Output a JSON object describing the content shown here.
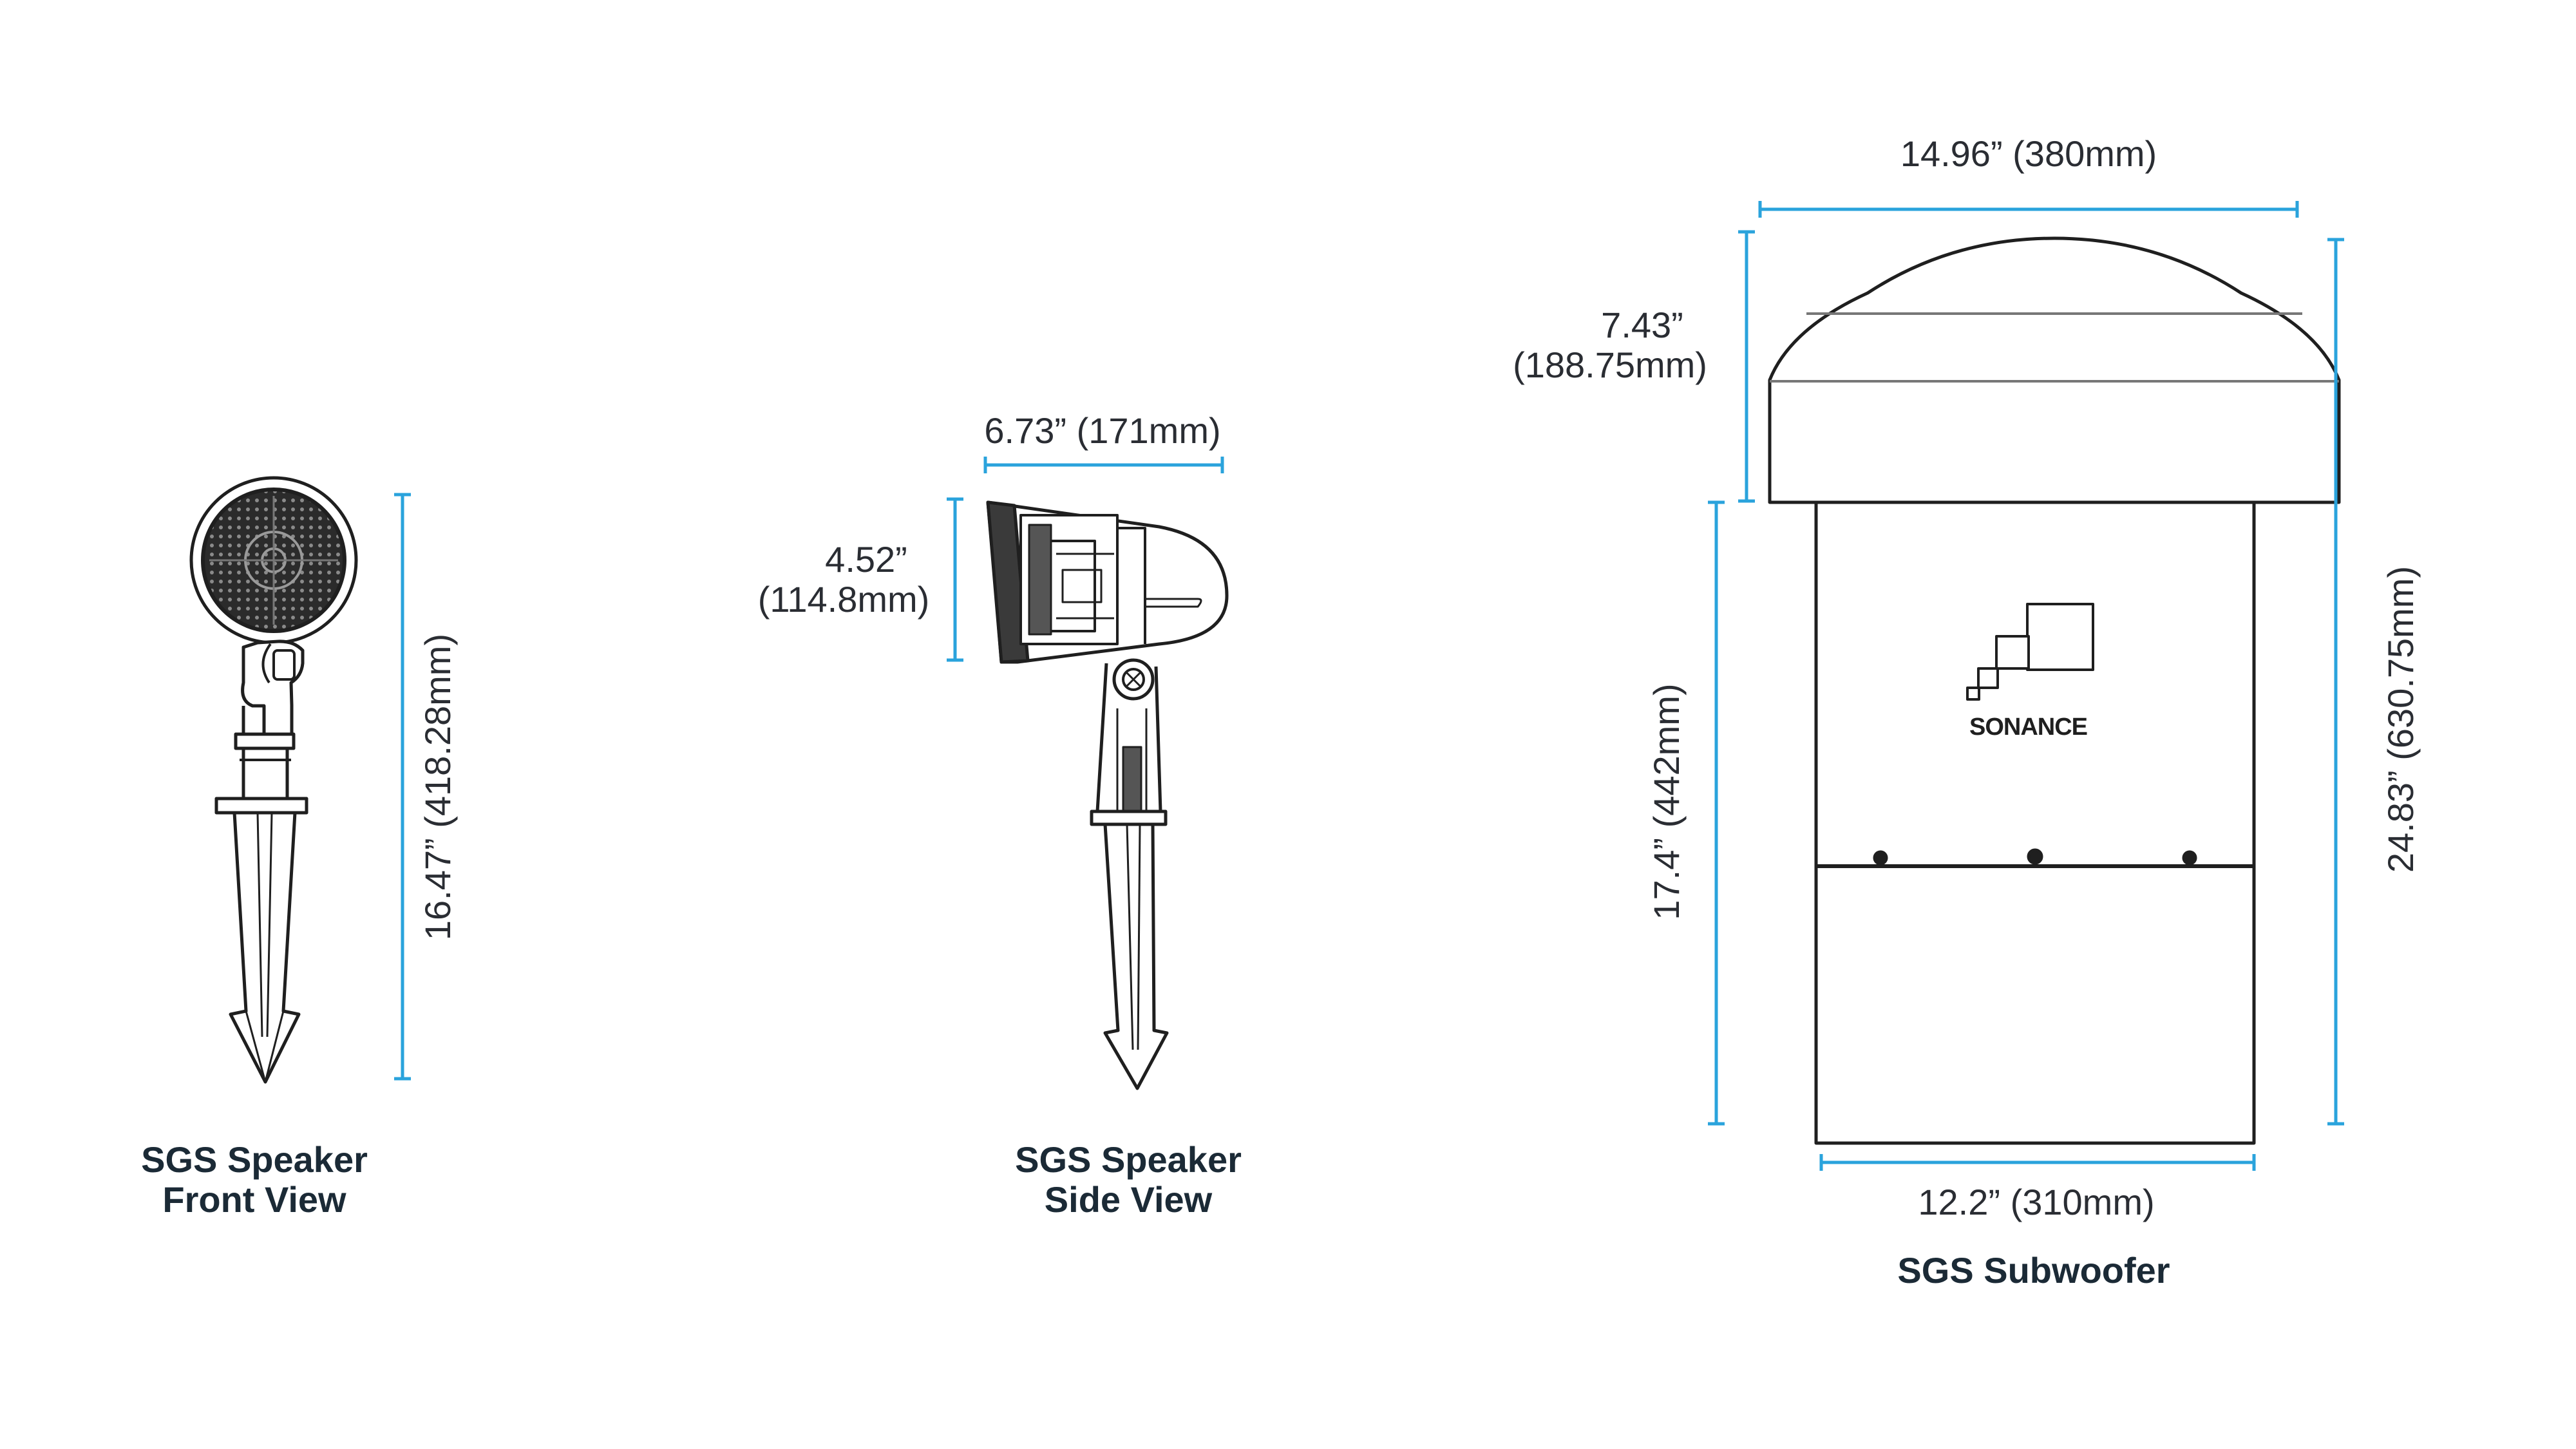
{
  "colors": {
    "dimension_line": "#2aa3dc",
    "outline": "#1f1f1f",
    "text": "#2a2d33",
    "caption": "#1b2a36"
  },
  "front_view": {
    "caption_line1": "SGS Speaker",
    "caption_line2": "Front View",
    "height_dim": "16.47” (418.28mm)"
  },
  "side_view": {
    "caption_line1": "SGS Speaker",
    "caption_line2": "Side View",
    "width_dim": "6.73” (171mm)",
    "height_dim_line1": "4.52”",
    "height_dim_line2": "(114.8mm)"
  },
  "subwoofer": {
    "caption": "SGS Subwoofer",
    "top_width_dim": "14.96” (380mm)",
    "cap_height_line1": "7.43”",
    "cap_height_line2": "(188.75mm)",
    "body_height_dim": "17.4” (442mm)",
    "total_height_dim": "24.83” (630.75mm)",
    "base_width_dim": "12.2” (310mm)",
    "logo_text": "SONANCE"
  }
}
